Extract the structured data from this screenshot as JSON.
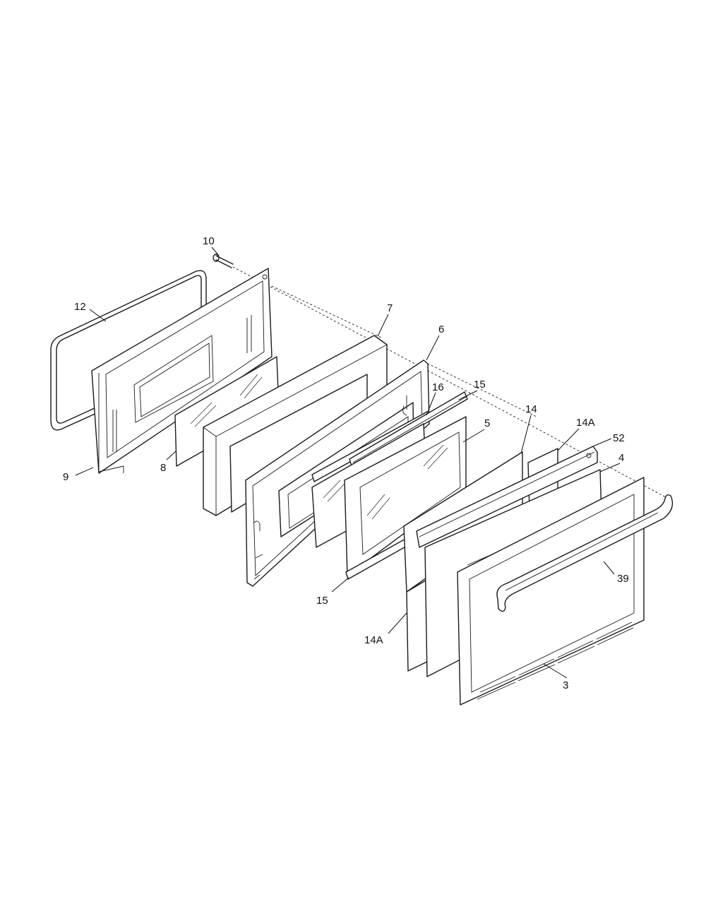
{
  "callouts": [
    {
      "id": "c10",
      "text": "10"
    },
    {
      "id": "c12",
      "text": "12"
    },
    {
      "id": "c7",
      "text": "7"
    },
    {
      "id": "c6",
      "text": "6"
    },
    {
      "id": "c16",
      "text": "16"
    },
    {
      "id": "c15a",
      "text": "15"
    },
    {
      "id": "c14",
      "text": "14"
    },
    {
      "id": "c5",
      "text": "5"
    },
    {
      "id": "c14Aa",
      "text": "14A"
    },
    {
      "id": "c52",
      "text": "52"
    },
    {
      "id": "c4",
      "text": "4"
    },
    {
      "id": "c9",
      "text": "9"
    },
    {
      "id": "c8",
      "text": "8"
    },
    {
      "id": "c39",
      "text": "39"
    },
    {
      "id": "c15b",
      "text": "15"
    },
    {
      "id": "c14Ab",
      "text": "14A"
    },
    {
      "id": "c3",
      "text": "3"
    }
  ]
}
